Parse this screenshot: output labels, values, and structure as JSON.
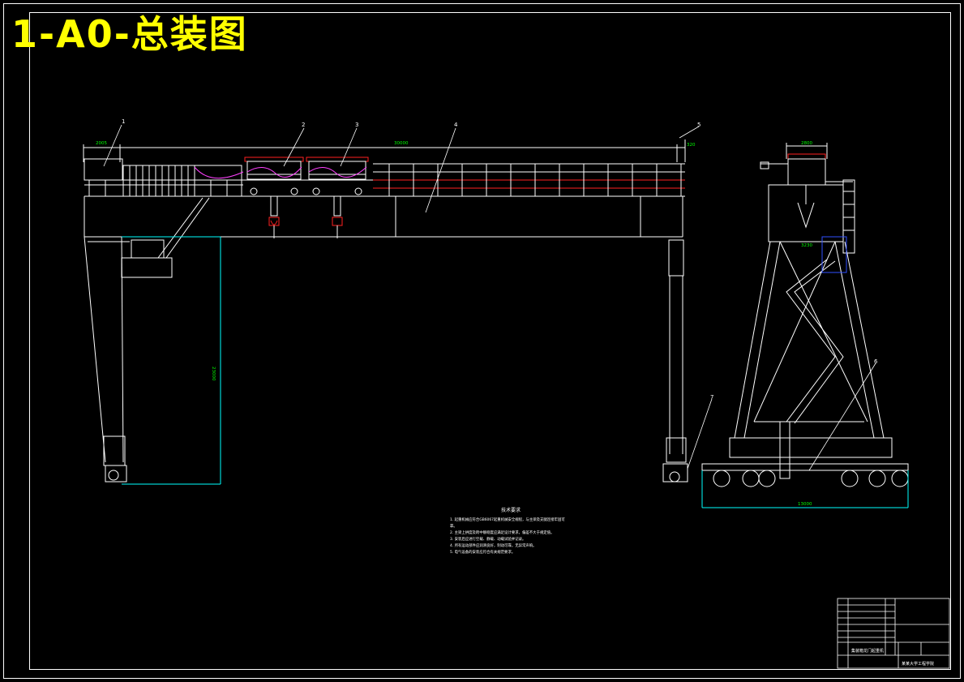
{
  "sheet": {
    "title": "1-A0-总装图"
  },
  "callouts": [
    "1",
    "2",
    "3",
    "4",
    "5",
    "6",
    "7"
  ],
  "dimensions": {
    "left_overhang": "2005",
    "span": "30000",
    "right_end": "320",
    "height": "23000",
    "side_top": "2800",
    "side_mid": "3230",
    "side_base": "13000"
  },
  "technical_requirements": {
    "heading": "技术要求",
    "lines": [
      "1. 起重机械应符合GB6067起重机械安全规程，与主梁及支腿连接牢固可靠。",
      "2. 主梁上拱度及跨中静刚度应满足设计要求，偏差不大于规定值。",
      "3. 安装后应进行空载、静载、动载试验并记录。",
      "4. 所有运动部件应润滑良好，制动可靠，无异常声响。",
      "5. 电气设备的安装应符合有关规范要求。"
    ]
  },
  "title_block": {
    "drawing_name": "集装箱龙门起重机",
    "school": "某某大学工程学院"
  },
  "colors": {
    "title": "#ffff00",
    "structure": "#ffffff",
    "dimension": "#00ff00",
    "accent_red": "#ff2020",
    "accent_magenta": "#ff40ff",
    "accent_blue": "#3050ff",
    "border": "#ffffff"
  }
}
